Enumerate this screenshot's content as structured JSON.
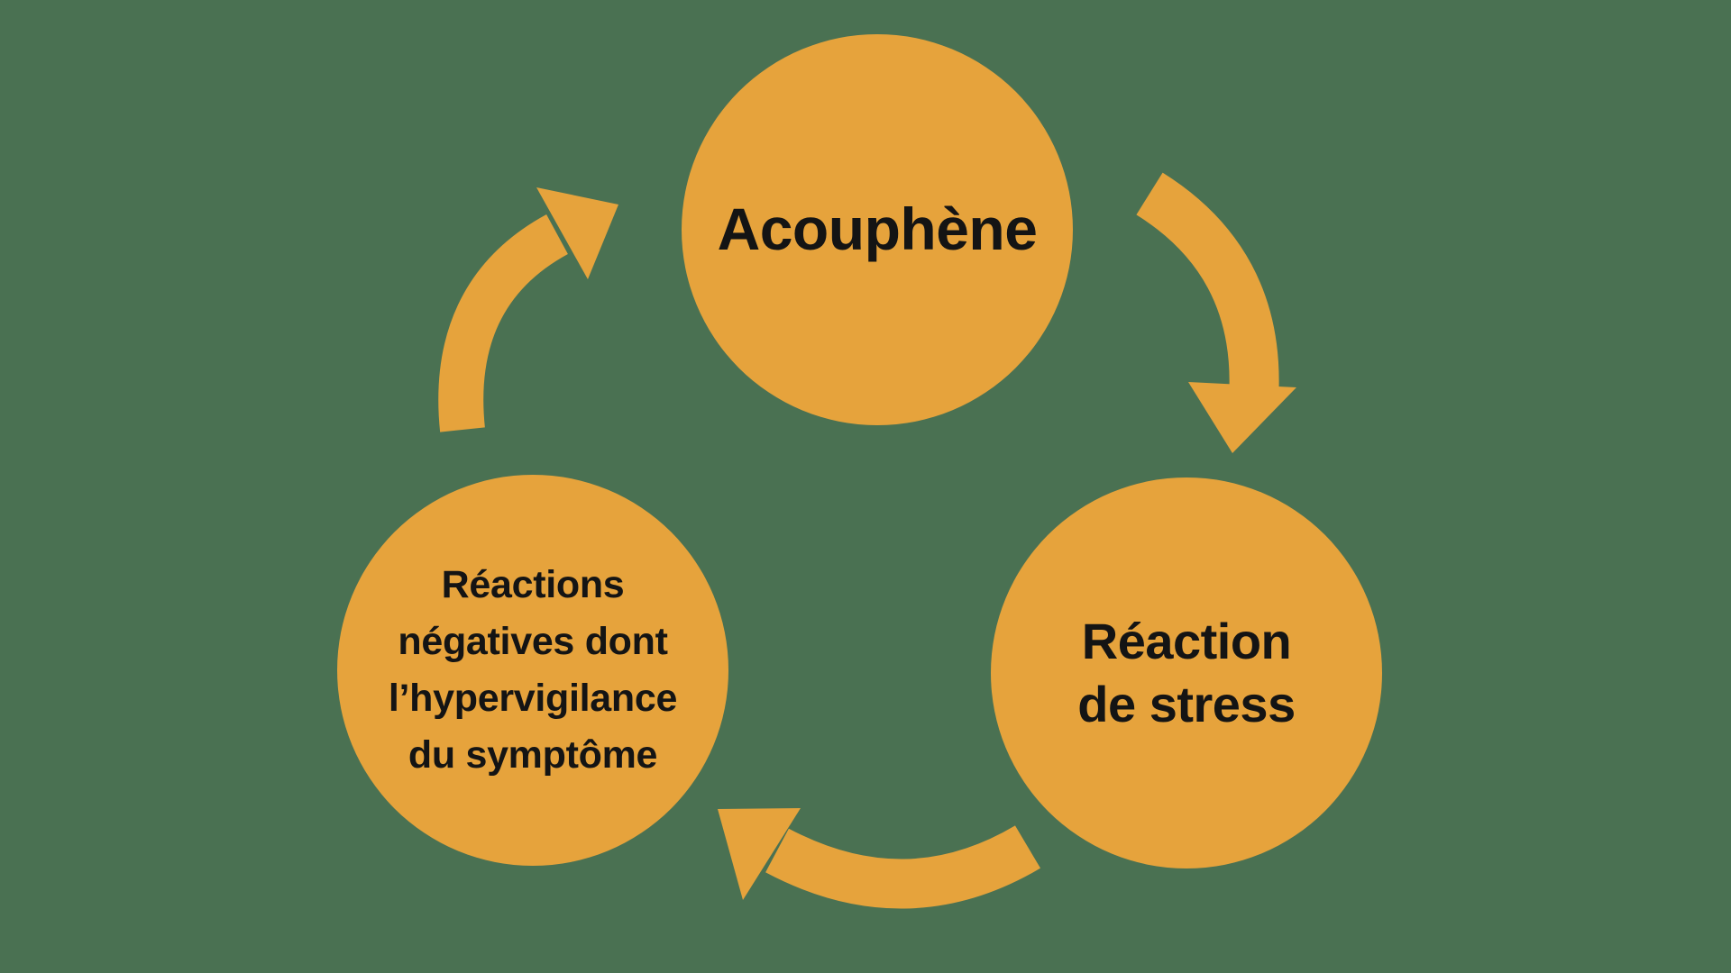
{
  "colors": {
    "background": "#4A7152",
    "node": "#E6A33C",
    "arrow": "#E6A33C",
    "text": "#141414"
  },
  "diagram": {
    "type": "cycle",
    "nodes": [
      {
        "id": "acouphene",
        "lines": [
          "Acouphène"
        ]
      },
      {
        "id": "reaction-de-stress",
        "lines": [
          "Réaction",
          "de stress"
        ]
      },
      {
        "id": "reactions-negatives",
        "lines": [
          "Réactions",
          "négatives dont",
          "l’hypervigilance",
          "du symptôme"
        ]
      }
    ],
    "edges": [
      {
        "from": "acouphene",
        "to": "reaction-de-stress"
      },
      {
        "from": "reaction-de-stress",
        "to": "reactions-negatives"
      },
      {
        "from": "reactions-negatives",
        "to": "acouphene"
      }
    ]
  }
}
